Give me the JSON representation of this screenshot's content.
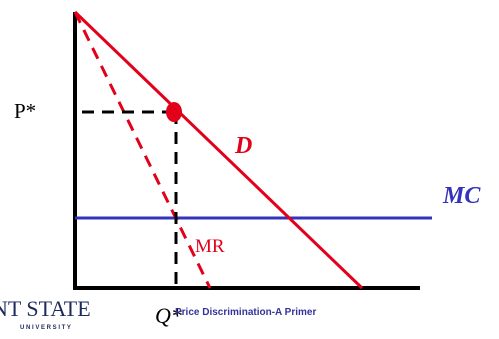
{
  "labels": {
    "price": "P*",
    "quantity": "Q*",
    "demand": "D",
    "marginal_cost": "MC",
    "marginal_revenue": "MR"
  },
  "footer": {
    "title": "Price Discrimination-A Primer",
    "logo_text": "NT STATE",
    "logo_subtext": "U N I V E R S I T Y"
  },
  "colors": {
    "axes": "#000000",
    "demand": "#e3001b",
    "marginal_revenue": "#e3001b",
    "marginal_cost": "#3333bb",
    "guides": "#000000",
    "point": "#e3001b"
  }
}
